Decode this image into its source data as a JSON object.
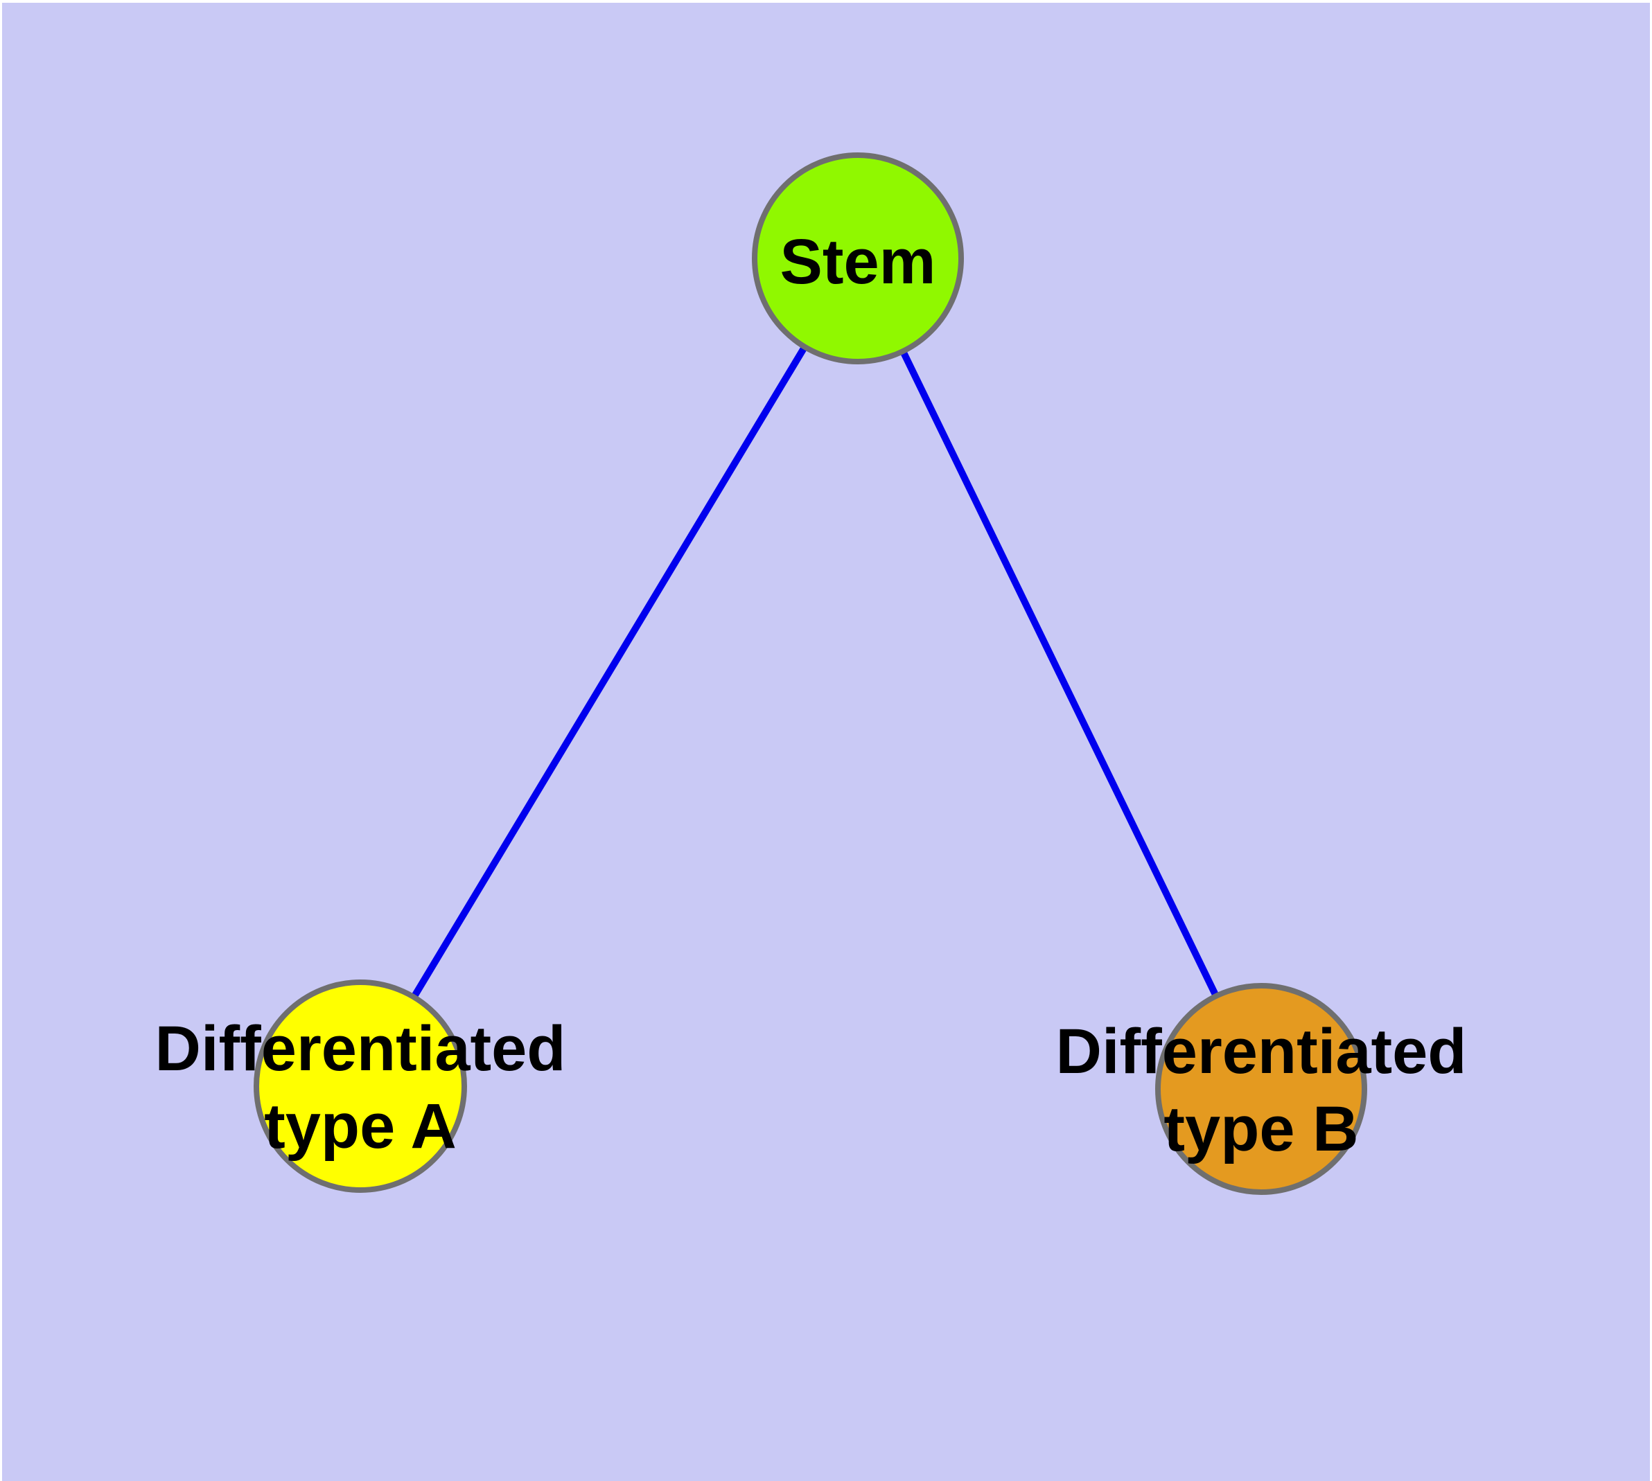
{
  "canvas": {
    "background": "#C9C9F5",
    "margin_color": "#FFFFFF",
    "node_border_color": "#6F6F6F",
    "edge_color": "#0000EE",
    "text_color": "#000000"
  },
  "graph": {
    "nodes": {
      "stem": {
        "label": "Stem",
        "lines": [
          "Stem"
        ],
        "color": "#90F800"
      },
      "typeA": {
        "label": "Differentiated type A",
        "lines": [
          "Differentiated",
          "type A"
        ],
        "color": "#FFFF00"
      },
      "typeB": {
        "label": "Differentiated type B",
        "lines": [
          "Differentiated",
          "type B"
        ],
        "color": "#E49A20"
      }
    },
    "edges": [
      {
        "from": "Stem",
        "to": "Differentiated type A"
      },
      {
        "from": "Stem",
        "to": "Differentiated type B"
      }
    ]
  }
}
